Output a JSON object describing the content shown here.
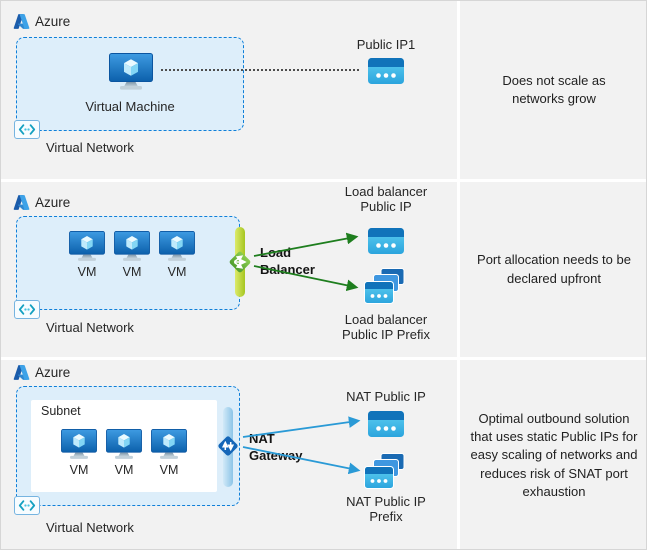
{
  "colors": {
    "panel_background": "#f2f2f2",
    "boundary_border": "#0078d4",
    "boundary_fill": "#ddeefa",
    "subnet_fill": "#ffffff",
    "arrow_green": "#1e7e1e",
    "arrow_blue": "#2a9ad6",
    "public_ip_cyan": "#3cb4e6",
    "load_balancer_green": "#6fbc3f",
    "load_balancer_bar": "#bcd435",
    "nat_gateway_blue": "#1466b8",
    "nat_gateway_bar": "#a8d4ee",
    "dotted_line": "#4d4d4d"
  },
  "sections": [
    {
      "cloud_label": "Azure",
      "vm_label": "Virtual Machine",
      "network_label": "Virtual Network",
      "ip_label": "Public IP1",
      "note": "Does not scale as networks grow"
    },
    {
      "cloud_label": "Azure",
      "vms": [
        "VM",
        "VM",
        "VM"
      ],
      "gateway_label": "Load Balancer",
      "ip_label": "Load balancer Public IP",
      "prefix_label": "Load balancer Public IP Prefix",
      "network_label": "Virtual Network",
      "note": "Port allocation needs to be declared upfront"
    },
    {
      "cloud_label": "Azure",
      "subnet_label": "Subnet",
      "vms": [
        "VM",
        "VM",
        "VM"
      ],
      "gateway_label": "NAT Gateway",
      "ip_label": "NAT Public IP",
      "prefix_label": "NAT Public IP Prefix",
      "network_label": "Virtual Network",
      "note": "Optimal outbound solution that uses static Public IPs for easy scaling of networks and reduces risk of SNAT port exhaustion"
    }
  ]
}
